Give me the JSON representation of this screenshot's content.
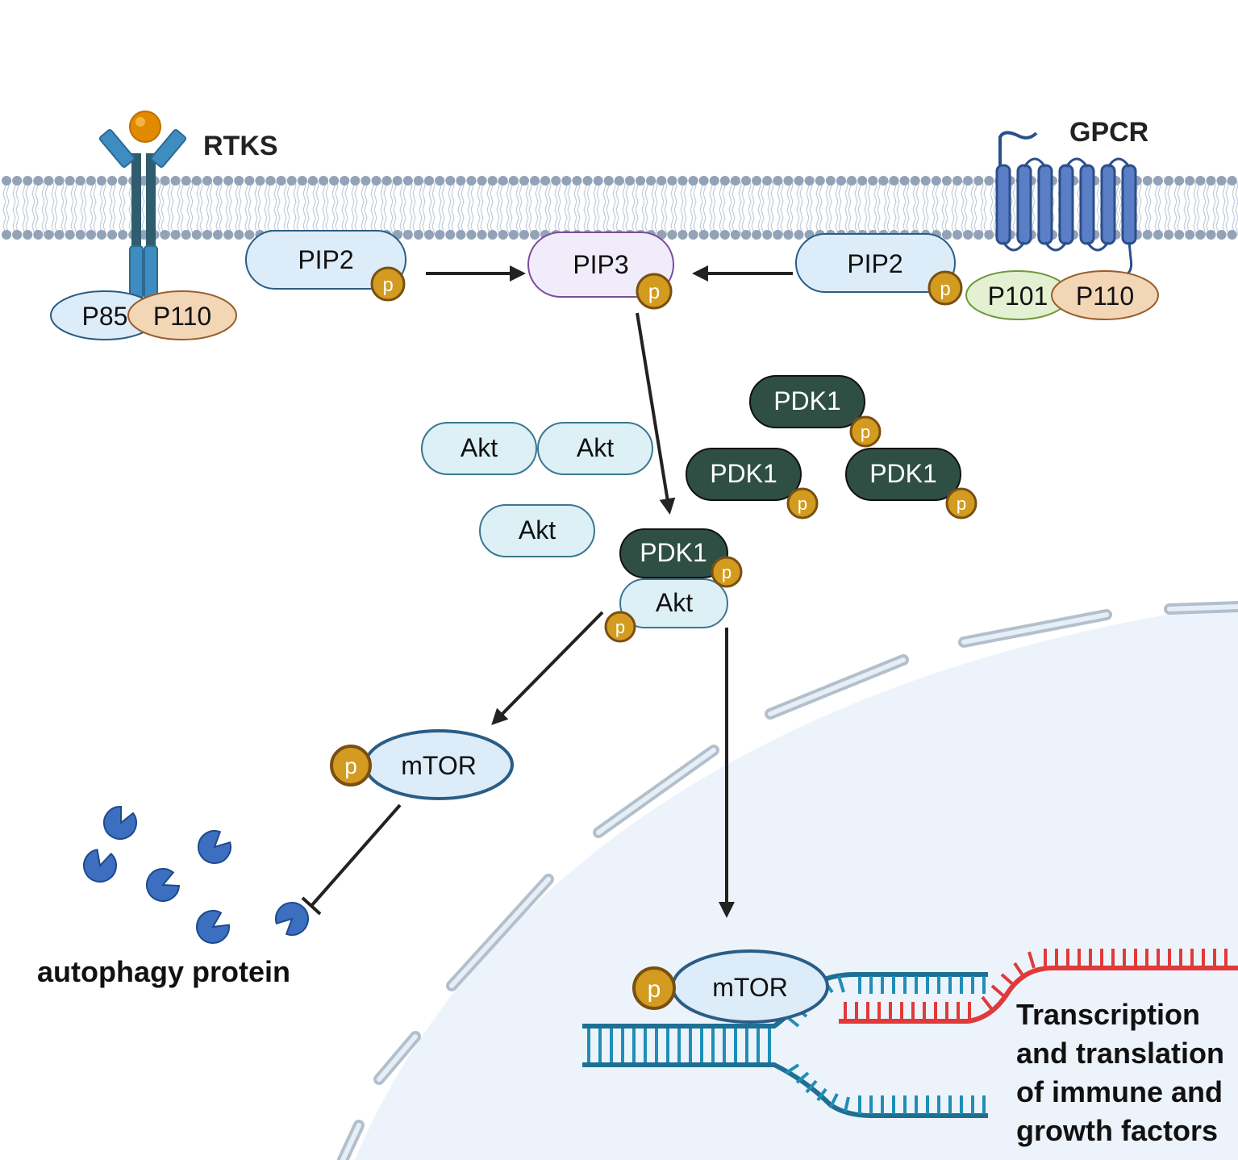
{
  "receptors": {
    "rtk_label": "RTKS",
    "gpcr_label": "GPCR"
  },
  "complexes": {
    "left_regulatory": "P85",
    "left_catalytic": "P110",
    "right_regulatory": "P101",
    "right_catalytic": "P110"
  },
  "lipids": {
    "pip2_left": "PIP2",
    "pip3": "PIP3",
    "pip2_right": "PIP2"
  },
  "kinases": {
    "pdk1": "PDK1",
    "akt": "Akt",
    "mtor_cytoplasm": "mTOR",
    "mtor_nucleus": "mTOR"
  },
  "phospho_mark": "p",
  "labels": {
    "autophagy": "autophagy protein",
    "transcription_lines": [
      "Transcription",
      "and translation",
      "of immune and",
      "growth factors"
    ]
  },
  "colors": {
    "membrane_head": "#8fa0b5",
    "receptor_blue": "#3e8cc0",
    "phospho_gold": "#d39b1f",
    "pdk1_green": "#2f4f44",
    "akt_fill": "#dcf0f6",
    "nucleus_fill": "#edf3fb",
    "dna_blue": "#1e6f93",
    "rna_red": "#e03a3a"
  }
}
